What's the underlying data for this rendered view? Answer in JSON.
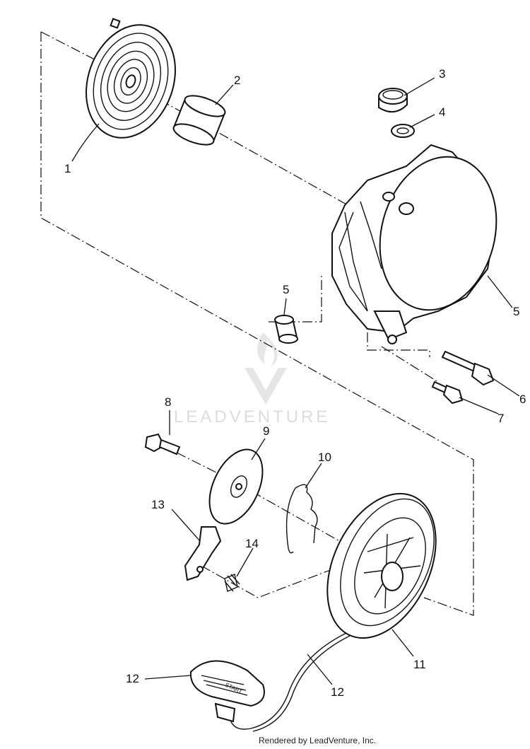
{
  "callouts": {
    "c1": "1",
    "c2": "2",
    "c3": "3",
    "c4": "4",
    "c5a": "5",
    "c5b": "5",
    "c6": "6",
    "c7": "7",
    "c8": "8",
    "c9": "9",
    "c10": "10",
    "c11": "11",
    "c12a": "12",
    "c12b": "12",
    "c13": "13",
    "c14": "14"
  },
  "handle_text": "START",
  "watermark": "LEADVENTURE",
  "footer": "Rendered by LeadVenture, Inc."
}
